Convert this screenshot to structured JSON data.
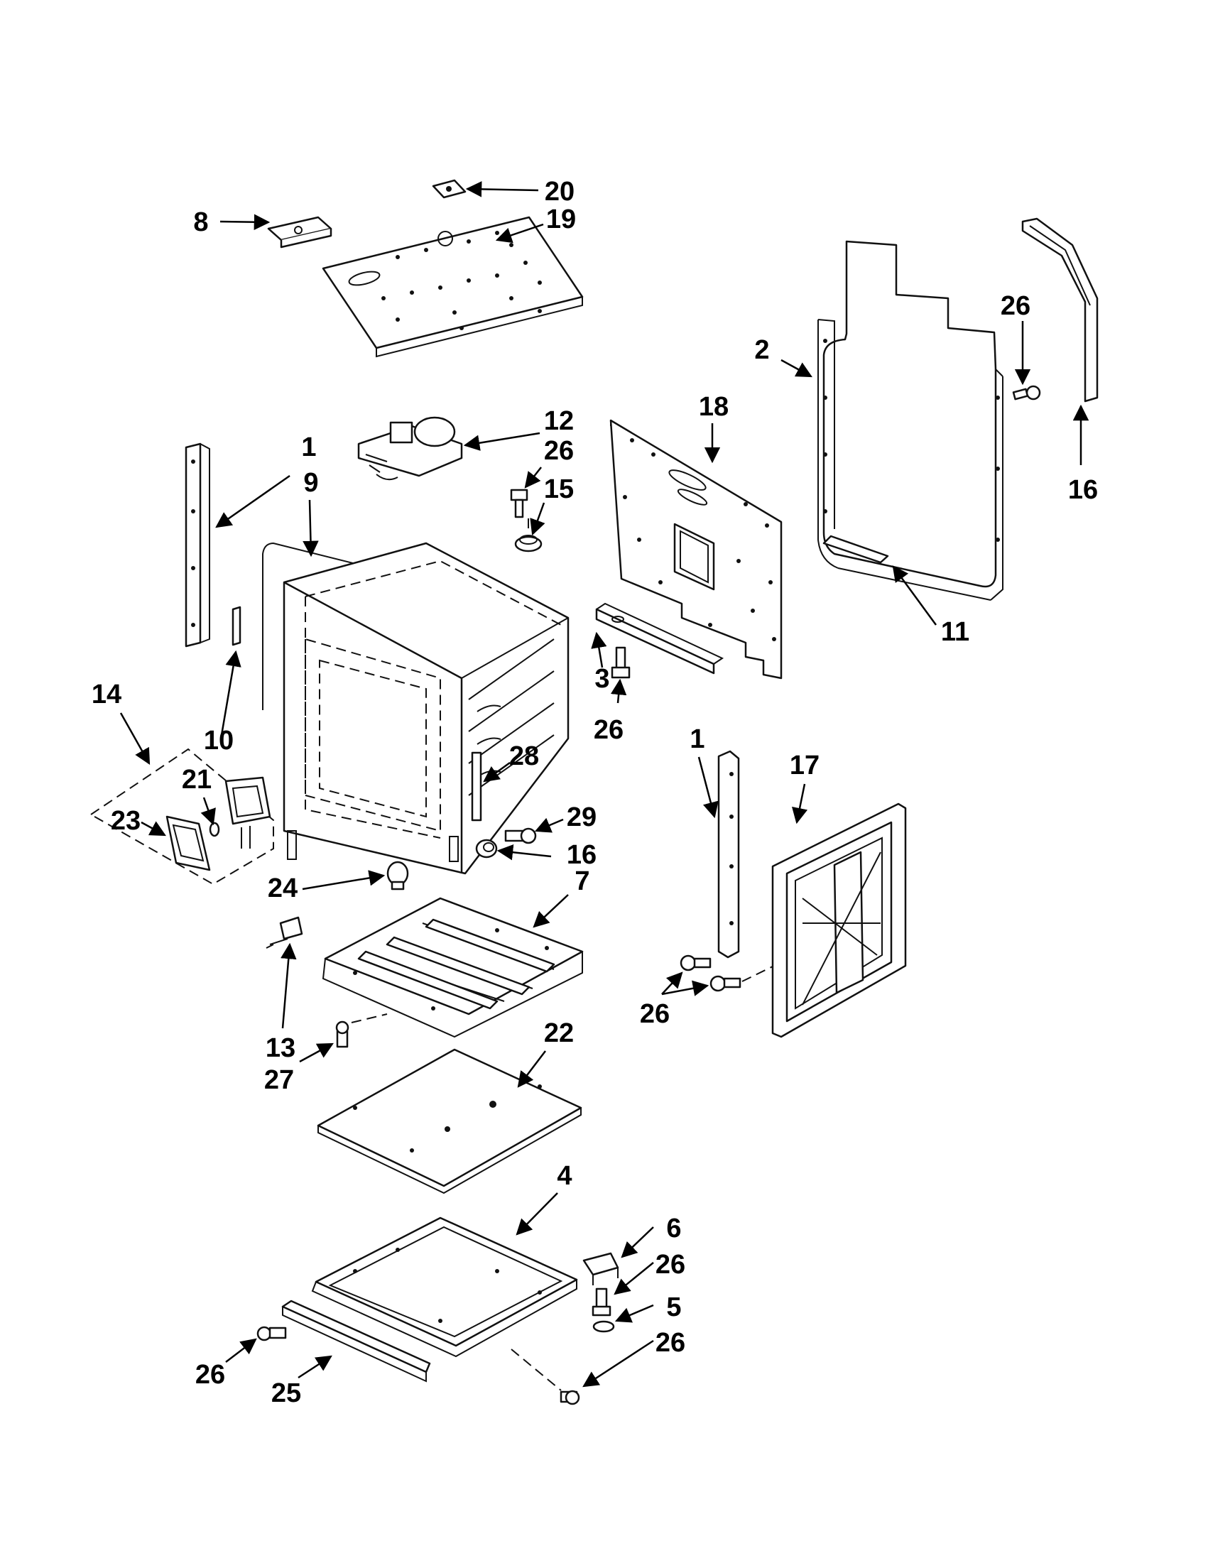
{
  "diagram": {
    "callouts": [
      {
        "id": "c20",
        "label": "20"
      },
      {
        "id": "c19",
        "label": "19"
      },
      {
        "id": "c8",
        "label": "8"
      },
      {
        "id": "c2",
        "label": "2"
      },
      {
        "id": "c26a",
        "label": "26"
      },
      {
        "id": "c16a",
        "label": "16"
      },
      {
        "id": "c12",
        "label": "12"
      },
      {
        "id": "c26b",
        "label": "26"
      },
      {
        "id": "c15",
        "label": "15"
      },
      {
        "id": "c18",
        "label": "18"
      },
      {
        "id": "c1a",
        "label": "1"
      },
      {
        "id": "c9",
        "label": "9"
      },
      {
        "id": "c11",
        "label": "11"
      },
      {
        "id": "c3",
        "label": "3"
      },
      {
        "id": "c26c",
        "label": "26"
      },
      {
        "id": "c14",
        "label": "14"
      },
      {
        "id": "c10",
        "label": "10"
      },
      {
        "id": "c1b",
        "label": "1"
      },
      {
        "id": "c21",
        "label": "21"
      },
      {
        "id": "c28",
        "label": "28"
      },
      {
        "id": "c17",
        "label": "17"
      },
      {
        "id": "c23",
        "label": "23"
      },
      {
        "id": "c29",
        "label": "29"
      },
      {
        "id": "c16b",
        "label": "16"
      },
      {
        "id": "c24",
        "label": "24"
      },
      {
        "id": "c7",
        "label": "7"
      },
      {
        "id": "c26d",
        "label": "26"
      },
      {
        "id": "c13",
        "label": "13"
      },
      {
        "id": "c27",
        "label": "27"
      },
      {
        "id": "c22",
        "label": "22"
      },
      {
        "id": "c4",
        "label": "4"
      },
      {
        "id": "c6",
        "label": "6"
      },
      {
        "id": "c26e",
        "label": "26"
      },
      {
        "id": "c5",
        "label": "5"
      },
      {
        "id": "c26f",
        "label": "26"
      },
      {
        "id": "c26g",
        "label": "26"
      },
      {
        "id": "c25",
        "label": "25"
      }
    ]
  }
}
